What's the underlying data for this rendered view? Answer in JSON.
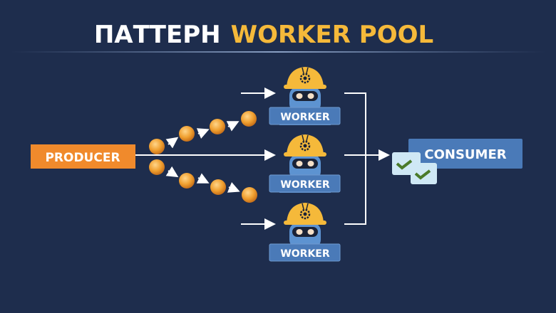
{
  "title": {
    "prefix": "ПАТТЕРН",
    "highlight": "WORKER POOL"
  },
  "producer": {
    "label": "PRODUCER"
  },
  "workers": [
    {
      "label": "WORKER"
    },
    {
      "label": "WORKER"
    },
    {
      "label": "WORKER"
    }
  ],
  "consumer": {
    "label": "CONSUMER"
  },
  "colors": {
    "background": "#1e2d4d",
    "accent": "#f5b93a",
    "producer": "#f08a2c",
    "worker": "#4a7ab8",
    "consumer": "#4a7ab8",
    "task": "#f0a030",
    "check": "#4a7a2a"
  }
}
